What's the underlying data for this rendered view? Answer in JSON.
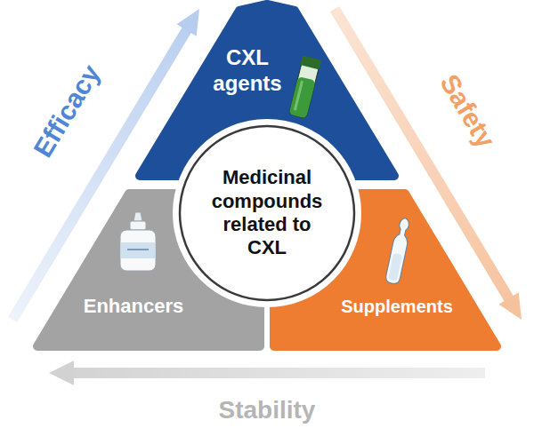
{
  "diagram": {
    "nodes": [
      {
        "text": [
          "CXL agents"
        ]
      },
      {
        "text": [
          "Medicinal compounds related to CXL"
        ]
      },
      {
        "text": [
          "Enhancers"
        ]
      },
      {
        "text": [
          "Supplements"
        ]
      }
    ],
    "labels": [
      "Efficacy",
      "Safety",
      "Stability"
    ]
  }
}
